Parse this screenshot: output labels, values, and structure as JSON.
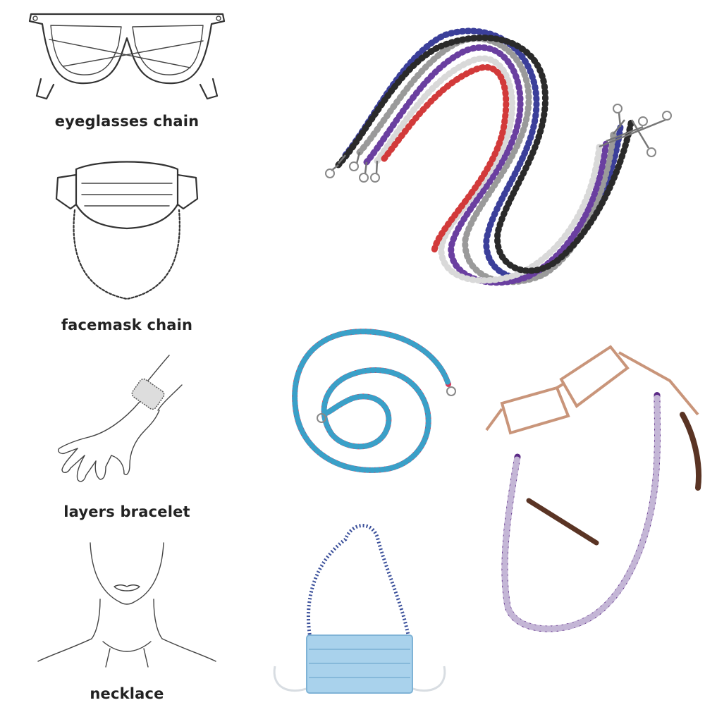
{
  "usage_labels": {
    "eyeglasses": "eyeglasses chain",
    "facemask": "facemask chain",
    "bracelet": "layers bracelet",
    "necklace": "necklace"
  }
}
